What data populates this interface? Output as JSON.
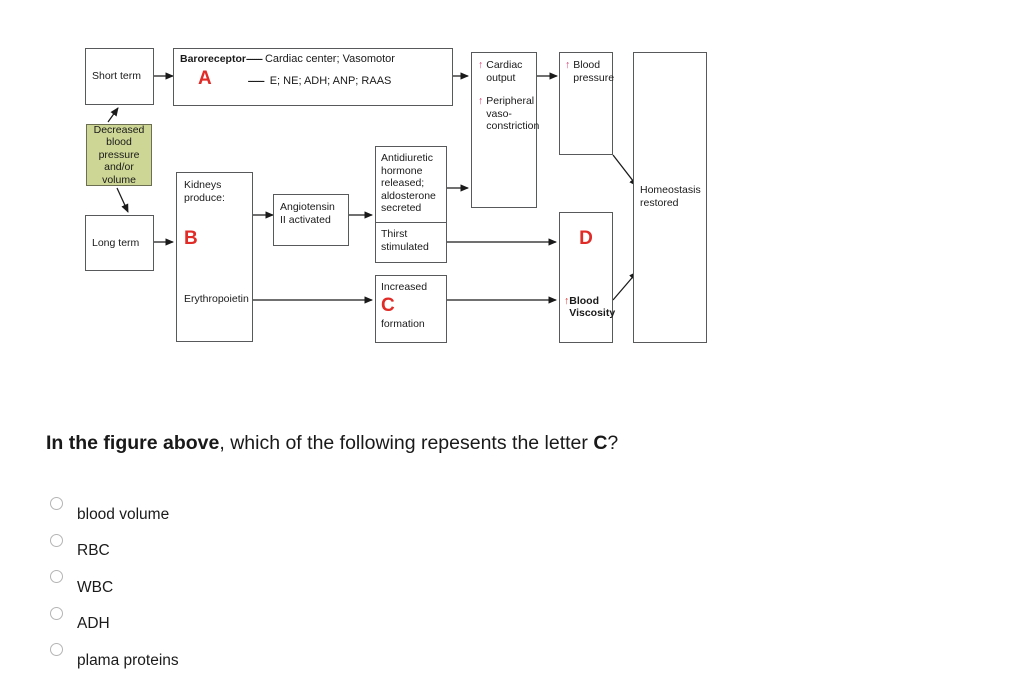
{
  "figure": {
    "name": "blood-pressure-regulation-flowchart",
    "boxes": {
      "short_term": "Short term",
      "long_term": "Long term",
      "trigger": "Decreased blood pressure and/or volume",
      "baroreceptor_label": "Baroreceptor",
      "baroreceptor_dashes": "--------",
      "cardiac_center": "Cardiac center; Vasomotor",
      "letter_a": "A",
      "hormones_dashes": "--------",
      "hormones": "E; NE; ADH; ANP; RAAS",
      "kidneys_produce": "Kidneys produce:",
      "letter_b": "B",
      "erythropoietin": "Erythropoietin",
      "angiotensin": "Angiotensin II activated",
      "adh_box": "Antidiuretic hormone released; aldosterone secreted",
      "thirst": "Thirst stimulated",
      "increased": "Increased",
      "letter_c": "C",
      "formation": "formation",
      "cardiac_output": "Cardiac output",
      "peripheral_vaso": "Peripheral vaso-constriction",
      "blood_pressure": "Blood pressure",
      "letter_d": "D",
      "blood_viscosity": "Blood Viscosity",
      "homeostasis": "Homeostasis restored",
      "up_arrow_glyph": "↑"
    },
    "colors": {
      "trigger_fill": "#cdd694",
      "letter_red": "#e02b27",
      "arrow_pink": "#d8366b",
      "box_border": "#58595b"
    }
  },
  "question": {
    "lead": "In the figure above",
    "rest": ", which of the following repesents the letter ",
    "letter": "C",
    "suffix": "?"
  },
  "options": [
    {
      "label": "blood volume",
      "selected": false
    },
    {
      "label": "RBC",
      "selected": false
    },
    {
      "label": "WBC",
      "selected": false
    },
    {
      "label": "ADH",
      "selected": false
    },
    {
      "label": "plama proteins",
      "selected": false
    }
  ]
}
